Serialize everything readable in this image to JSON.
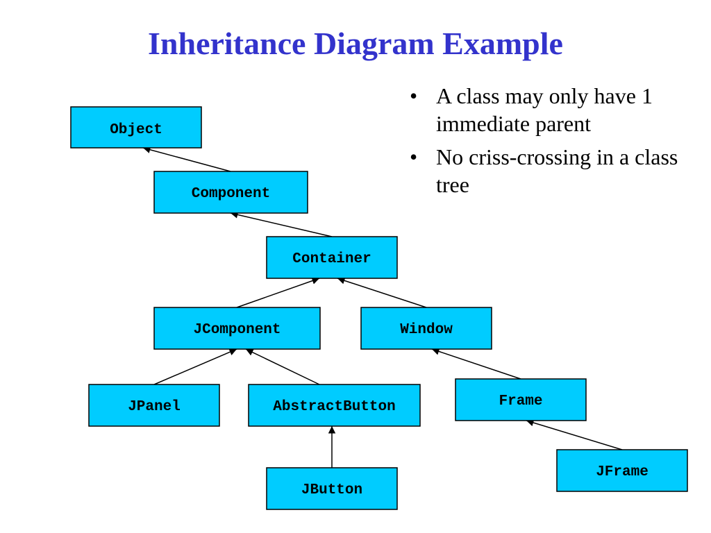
{
  "slide": {
    "title": "Inheritance Diagram Example",
    "bullets": [
      "A class may only have 1 immediate parent",
      "No criss-crossing in a class tree"
    ]
  },
  "diagram": {
    "box_fill": "#00ccff",
    "box_stroke": "#000000",
    "classes": [
      {
        "id": "object",
        "label": "Object"
      },
      {
        "id": "component",
        "label": "Component",
        "parent": "object"
      },
      {
        "id": "container",
        "label": "Container",
        "parent": "component"
      },
      {
        "id": "jcomponent",
        "label": "JComponent",
        "parent": "container"
      },
      {
        "id": "window",
        "label": "Window",
        "parent": "container"
      },
      {
        "id": "jpanel",
        "label": "JPanel",
        "parent": "jcomponent"
      },
      {
        "id": "abstractbutton",
        "label": "AbstractButton",
        "parent": "jcomponent"
      },
      {
        "id": "frame",
        "label": "Frame",
        "parent": "window"
      },
      {
        "id": "jbutton",
        "label": "JButton",
        "parent": "abstractbutton"
      },
      {
        "id": "jframe",
        "label": "JFrame",
        "parent": "frame"
      }
    ]
  },
  "colors": {
    "title": "#3333cc",
    "text": "#000000"
  }
}
